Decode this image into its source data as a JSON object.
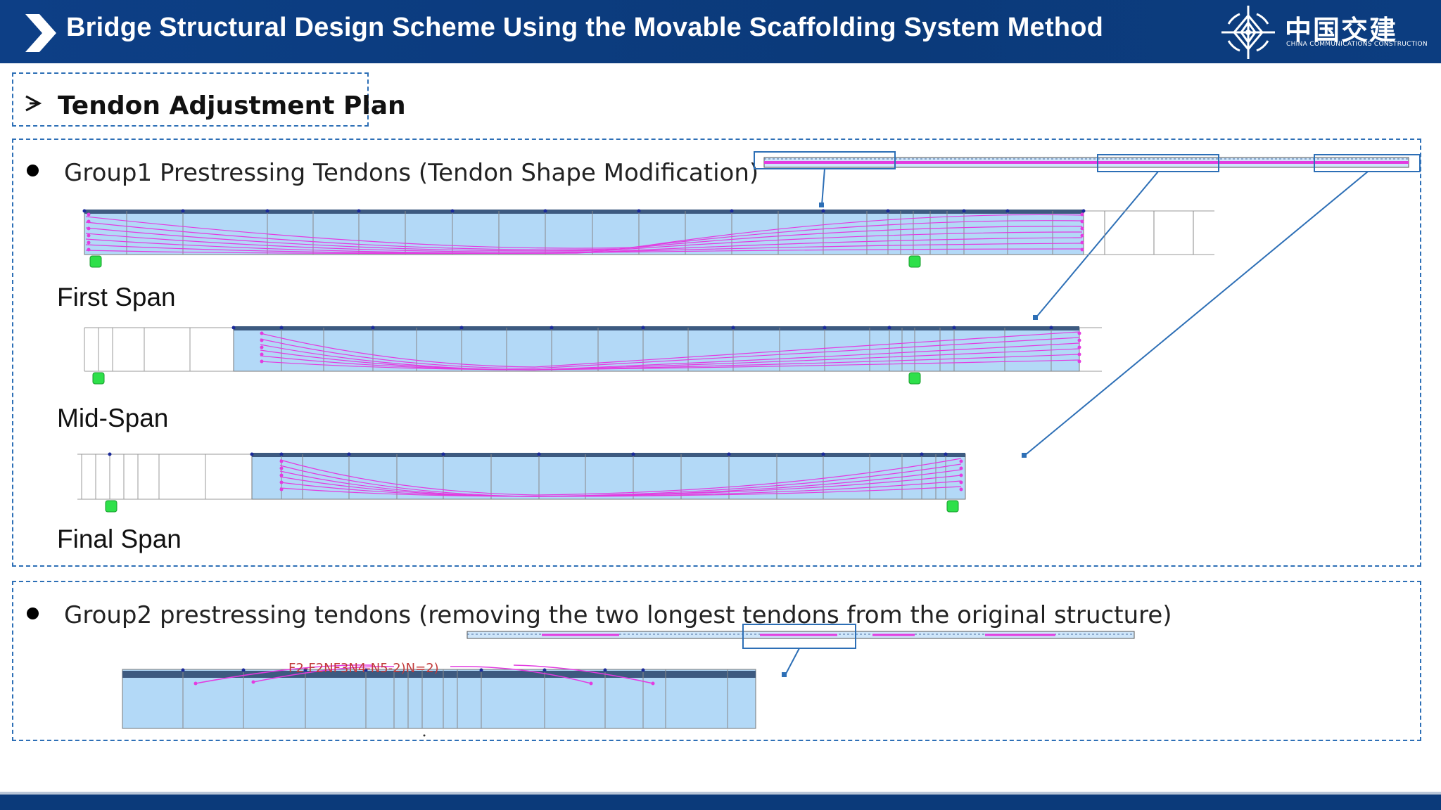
{
  "header": {
    "title": "Bridge Structural Design Scheme Using the Movable Scaffolding System Method",
    "logo_cn": "中国交建",
    "logo_en": "CHINA COMMUNICATIONS CONSTRUCTION",
    "arrow_icon": "chevron-right-icon",
    "background": "#0b3a7a"
  },
  "section": {
    "title": "Tendon Adjustment Plan",
    "arrow_icon": "arrow-right-icon"
  },
  "group1": {
    "text": "Group1 Prestressing Tendons (Tendon Shape Modification)",
    "spans": [
      {
        "label": "First Span"
      },
      {
        "label": "Mid-Span"
      },
      {
        "label": "Final Span"
      }
    ]
  },
  "group2": {
    "text": "Group2 prestressing tendons (removing the two longest tendons from the original structure)",
    "tendon_label": "F2-F2NF3N4-N5-2)N=2)"
  },
  "colors": {
    "accent": "#2d6fb6",
    "tendon": "#e33be0",
    "girder_fill": "#b3d9f7",
    "support": "#2ee04a"
  }
}
